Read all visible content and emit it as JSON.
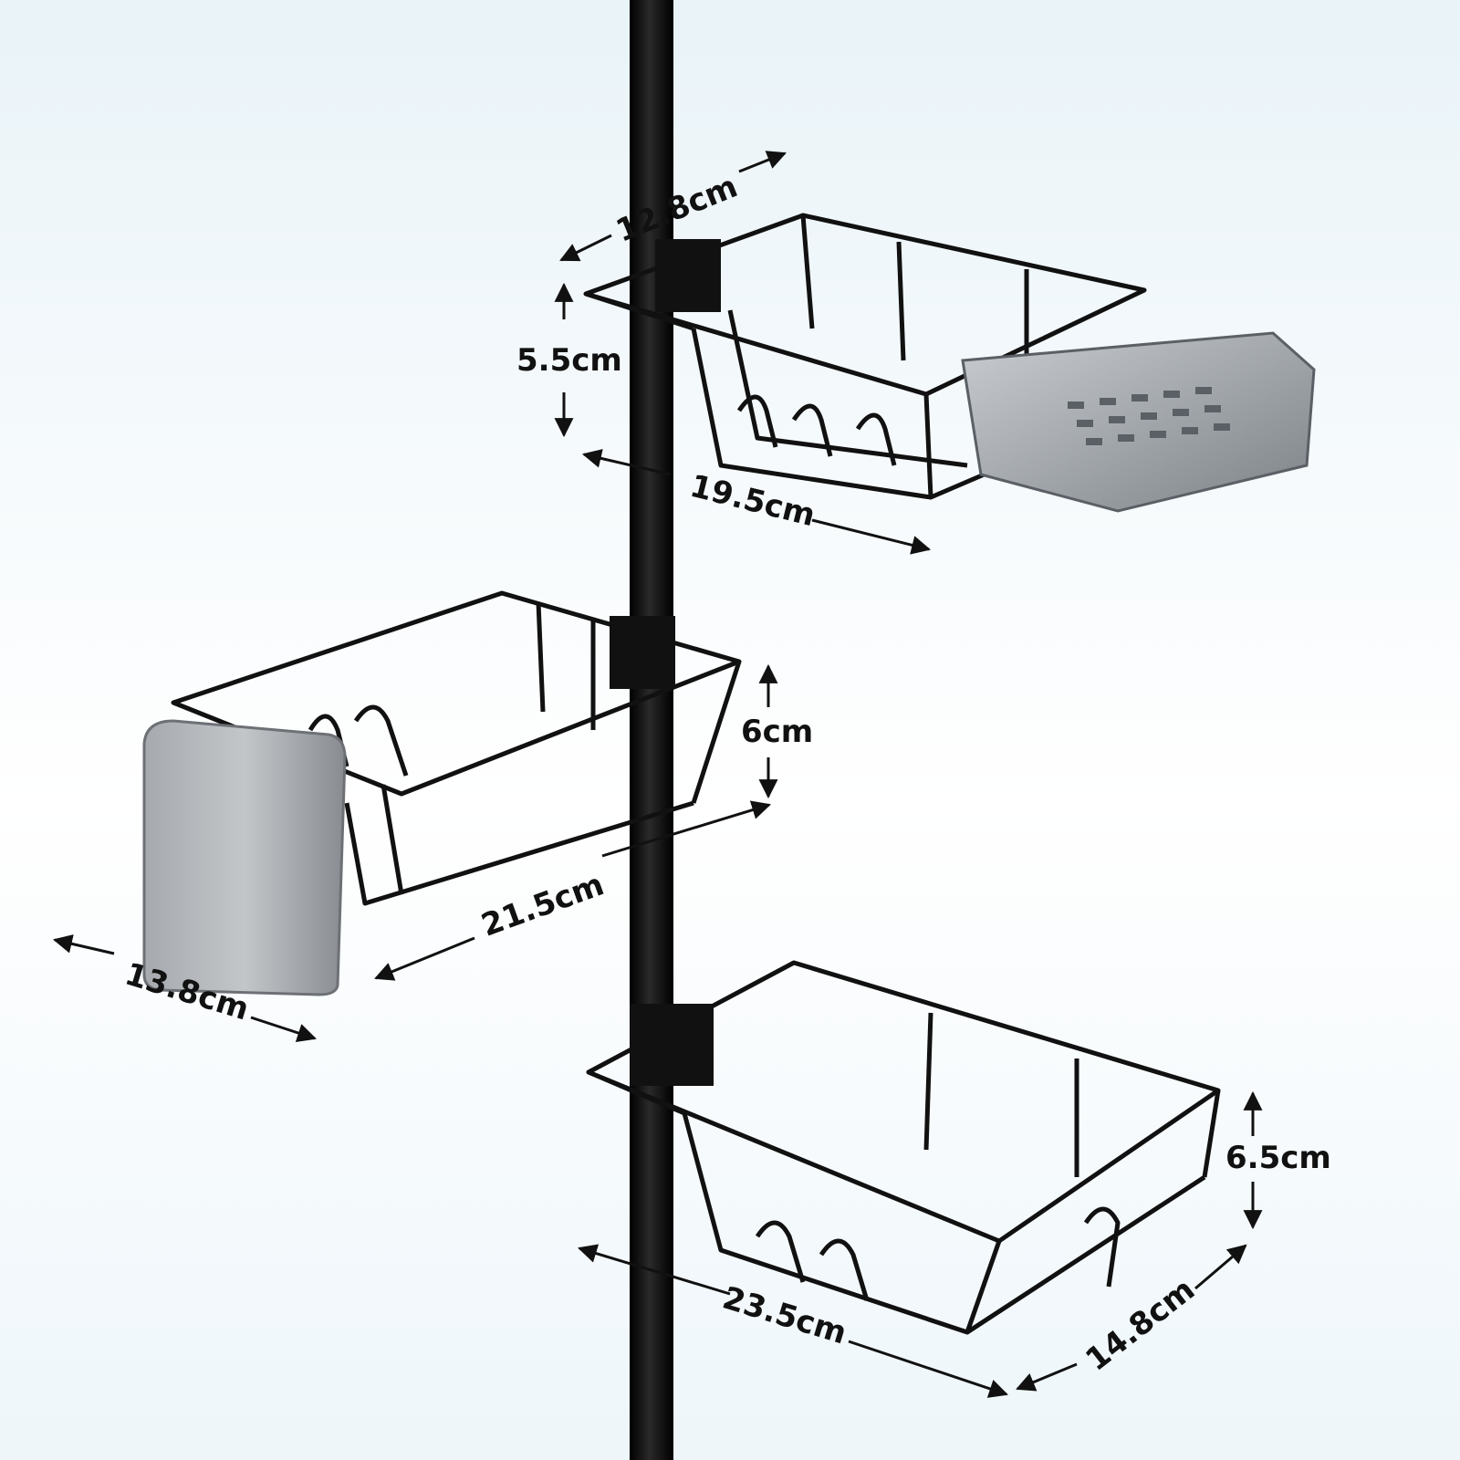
{
  "colors": {
    "frame": "#111111",
    "tray": "#8f9499",
    "background": "#eaf4f8"
  },
  "dimensions": {
    "top_depth": "12.8cm",
    "top_height": "5.5cm",
    "top_width": "19.5cm",
    "middle_height": "6cm",
    "middle_width": "21.5cm",
    "middle_cup_width": "13.8cm",
    "bottom_height": "6.5cm",
    "bottom_width": "23.5cm",
    "bottom_depth": "14.8cm"
  }
}
